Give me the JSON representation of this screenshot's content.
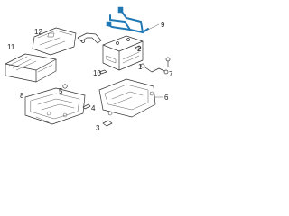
{
  "callouts": {
    "c1": "1",
    "c2": "2",
    "c3": "3",
    "c4": "4",
    "c5": "5",
    "c6": "6",
    "c7": "7",
    "c8": "8",
    "c9": "9",
    "c10": "10",
    "c11": "11",
    "c12": "12"
  },
  "colors": {
    "line": "#333333",
    "highlight": "#1f78b4"
  }
}
